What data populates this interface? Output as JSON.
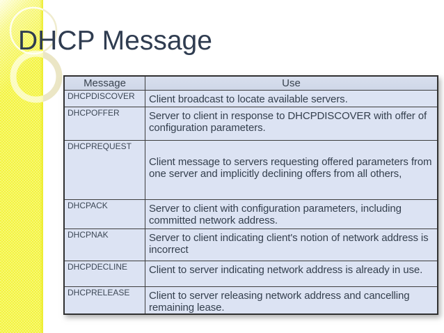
{
  "slide": {
    "title": "DHCP Message"
  },
  "colors": {
    "title_text": "#2f3c50",
    "accent_bar_yellow": "#f4f43e",
    "circle_ornament_cream": "#ece7c6",
    "table_header_bg": "#d3daea",
    "table_row_bg": "#dce3f3",
    "table_border": "#3d3d3d",
    "table_text": "#343f4d"
  },
  "table": {
    "headers": [
      "Message",
      "Use"
    ],
    "rows": [
      {
        "message": "DHCPDISCOVER",
        "use": "Client broadcast to locate available servers."
      },
      {
        "message": "DHCPOFFER",
        "use": "Server to client in response to DHCPDISCOVER with offer of configuration parameters."
      },
      {
        "message": "DHCPREQUEST",
        "use": "Client message to servers requesting offered parameters from one server and implicitly declining offers from all others,"
      },
      {
        "message": "DHCPACK",
        "use": "Server to client with configuration parameters, including committed network address."
      },
      {
        "message": "DHCPNAK",
        "use": "Server to client indicating client's notion of network address is incorrect"
      },
      {
        "message": "DHCPDECLINE",
        "use": "Client to server indicating network address is already in use."
      },
      {
        "message": "DHCPRELEASE",
        "use": "Client to server releasing network address and cancelling remaining lease."
      }
    ]
  }
}
